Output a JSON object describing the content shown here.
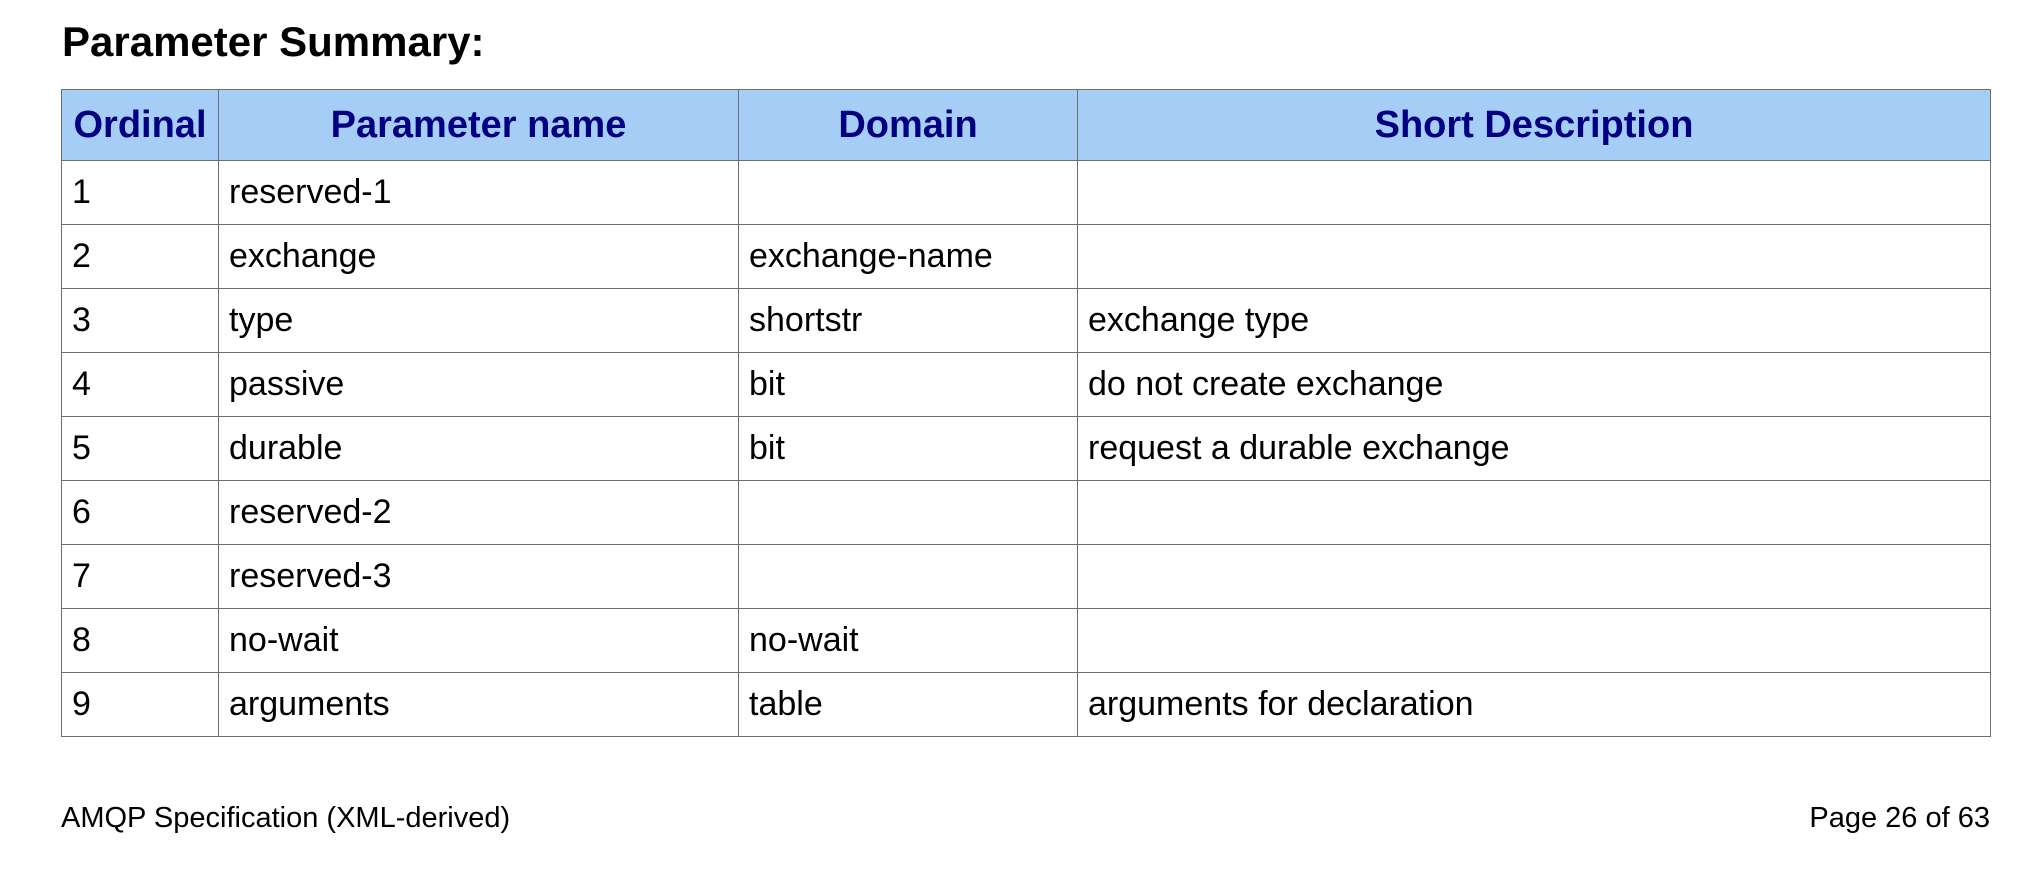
{
  "heading": "Parameter Summary:",
  "table": {
    "headers": [
      "Ordinal",
      "Parameter name",
      "Domain",
      "Short Description"
    ],
    "rows": [
      [
        "1",
        "reserved-1",
        "",
        ""
      ],
      [
        "2",
        "exchange",
        "exchange-name",
        ""
      ],
      [
        "3",
        "type",
        "shortstr",
        "exchange type"
      ],
      [
        "4",
        "passive",
        "bit",
        "do not create exchange"
      ],
      [
        "5",
        "durable",
        "bit",
        "request a durable exchange"
      ],
      [
        "6",
        "reserved-2",
        "",
        ""
      ],
      [
        "7",
        "reserved-3",
        "",
        ""
      ],
      [
        "8",
        "no-wait",
        "no-wait",
        ""
      ],
      [
        "9",
        "arguments",
        "table",
        "arguments for declaration"
      ]
    ]
  },
  "footer": {
    "left": "AMQP Specification (XML-derived)",
    "right": "Page 26 of 63"
  },
  "colors": {
    "header_background": "#a6cdf5",
    "header_text": "#000080",
    "border": "#6e6e6e"
  }
}
